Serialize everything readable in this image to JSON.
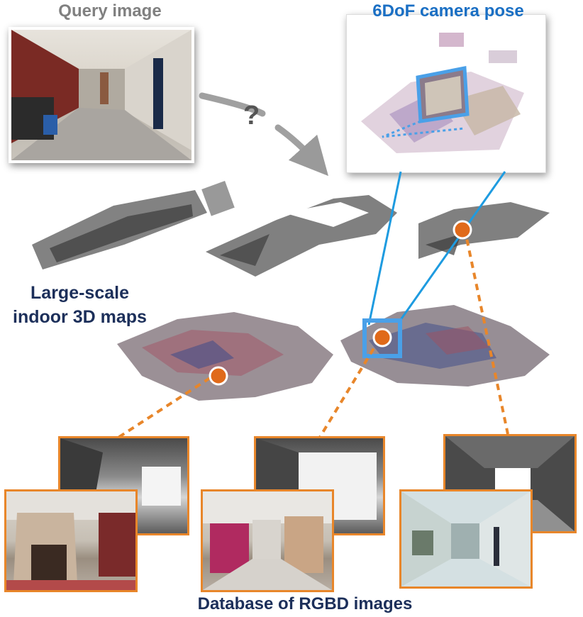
{
  "labels": {
    "query_image": "Query image",
    "camera_pose": "6DoF camera pose",
    "maps_line1": "Large-scale",
    "maps_line2": "indoor 3D maps",
    "database": "Database of RGBD images",
    "question_mark": "?"
  },
  "colors": {
    "pose_blue": "#1a6fc4",
    "line_blue": "#1e9be0",
    "marker_orange": "#e06a1a",
    "frame_orange": "#e8862a",
    "label_navy": "#1c2f5a",
    "label_gray": "#808080"
  }
}
